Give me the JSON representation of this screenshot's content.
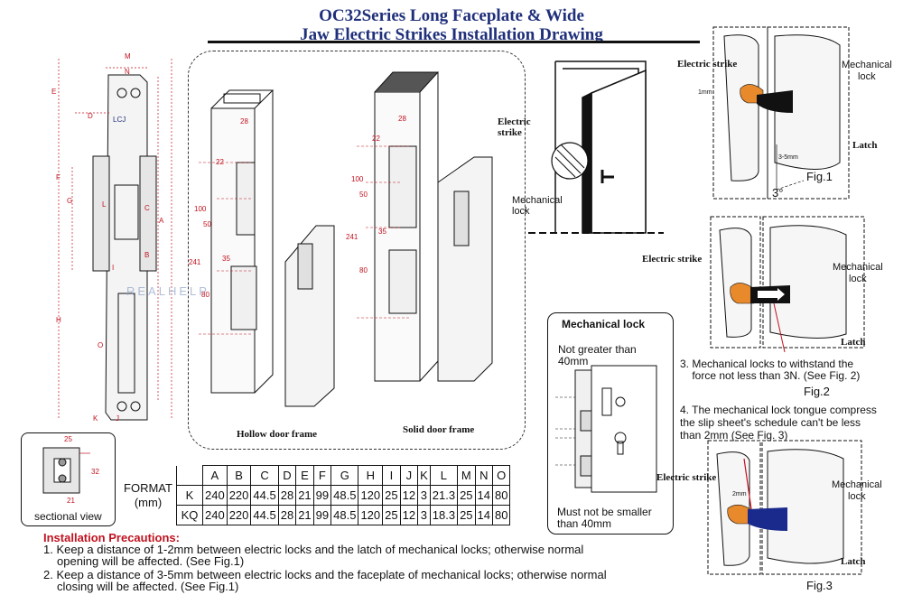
{
  "title": {
    "line1": "OC32Series Long Faceplate & Wide",
    "line2": "Jaw Electric Strikes  Installation Drawing"
  },
  "left_drawing": {
    "letters_left": [
      "E",
      "D",
      "F",
      "G",
      "L",
      "H",
      "O",
      "K"
    ],
    "letters_right": [
      "M",
      "N",
      "C",
      "A",
      "B",
      "I",
      "J"
    ]
  },
  "sectional_view": {
    "label": "sectional view",
    "dims": [
      "25",
      "32",
      "21"
    ]
  },
  "frames": {
    "hollow_label": "Hollow door frame",
    "solid_label": "Solid  door frame",
    "dims": [
      "28",
      "22",
      "100",
      "50",
      "241",
      "80",
      "35",
      "28",
      "22",
      "100",
      "50",
      "241",
      "80",
      "35"
    ]
  },
  "door": {
    "electric_strike_label": "Electric\nstrike",
    "mechanical_lock_label": "Mechanical\nlock"
  },
  "mech_lock_box": {
    "title": "Mechanical lock",
    "top_note": "Not greater than\n40mm",
    "bottom_note": "Must not be smaller\nthan 40mm"
  },
  "format_table": {
    "format_label": "FORMAT",
    "unit_label": "(mm)",
    "headers": [
      "A",
      "B",
      "C",
      "D",
      "E",
      "F",
      "G",
      "H",
      "I",
      "J",
      "K",
      "L",
      "M",
      "N",
      "O"
    ],
    "rows": [
      {
        "name": "K",
        "values": [
          "240",
          "220",
          "44.5",
          "28",
          "21",
          "99",
          "48.5",
          "120",
          "25",
          "12",
          "3",
          "21.3",
          "25",
          "14",
          "80"
        ]
      },
      {
        "name": "KQ",
        "values": [
          "240",
          "220",
          "44.5",
          "28",
          "21",
          "99",
          "48.5",
          "120",
          "25",
          "12",
          "3",
          "18.3",
          "25",
          "14",
          "80"
        ]
      }
    ]
  },
  "precautions": {
    "title": "Installation Precautions:",
    "items": [
      "1. Keep a distance of 1-2mm between electric locks and the latch of mechanical locks; otherwise normal",
      "opening will be affected. (See Fig.1)",
      "2. Keep a distance of 3-5mm between electric locks and the faceplate of mechanical locks; otherwise normal",
      "closing will be affected. (See Fig.1)"
    ]
  },
  "fig1": {
    "electric_strike": "Electric strike",
    "mechanical_lock": "Mechanical\nlock",
    "latch": "Latch",
    "dim_1mm": "1mm",
    "dim_35mm": "3-5mm",
    "angle": "3°",
    "caption": "Fig.1"
  },
  "fig2": {
    "electric_strike": "Electric strike",
    "mechanical_lock": "Mechanical\nlock",
    "latch": "Latch",
    "note": "3. Mechanical locks to withstand the\n    force not less than 3N. (See Fig. 2)",
    "caption": "Fig.2"
  },
  "fig3": {
    "note": "4. The mechanical lock tongue compress\nthe slip sheet's schedule can't be less\nthan 2mm (See Fig. 3)",
    "electric_strike": "Electric strike",
    "dim_2mm": "2mm",
    "mechanical_lock": "Mechanical\nlock",
    "latch": "Latch",
    "caption": "Fig.3"
  },
  "watermark": "REALHELP",
  "colors": {
    "title_blue": "#1f2f7a",
    "dimension_red": "#c1121f",
    "strike_orange": "#e8892b",
    "lock_blue": "#1a2a8c"
  }
}
